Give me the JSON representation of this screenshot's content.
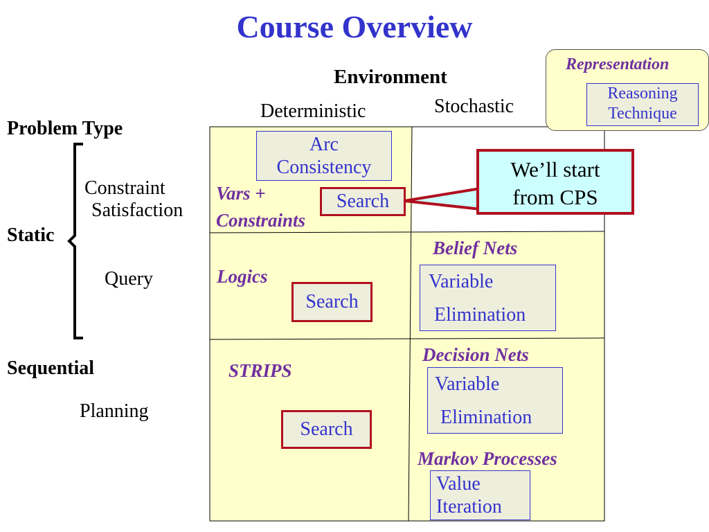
{
  "title": "Course Overview",
  "environment": {
    "label": "Environment",
    "deterministic": "Deterministic",
    "stochastic": "Stochastic"
  },
  "problem_type": {
    "label": "Problem Type",
    "static": "Static",
    "sequential": "Sequential",
    "constraint_line1": "Constraint",
    "constraint_line2": "Satisfaction",
    "query": "Query",
    "planning": "Planning"
  },
  "legend": {
    "representation": "Representation",
    "technique_line1": "Reasoning",
    "technique_line2": "Technique"
  },
  "callout": {
    "line1": "We’ll start",
    "line2": "from CPS"
  },
  "grid": {
    "csp": {
      "representation_line1": "Vars +",
      "representation_line2": "Constraints",
      "arc_line1": "Arc",
      "arc_line2": "Consistency",
      "search": "Search"
    },
    "query_det": {
      "representation": "Logics",
      "search": "Search"
    },
    "query_sto": {
      "representation": "Belief Nets",
      "technique_line1": "Variable",
      "technique_line2": "Elimination"
    },
    "planning_det": {
      "representation": "STRIPS",
      "search": "Search"
    },
    "planning_sto": {
      "representation1": "Decision Nets",
      "technique1_line1": "Variable",
      "technique1_line2": "Elimination",
      "representation2": "Markov Processes",
      "technique2_line1": "Value",
      "technique2_line2": "Iteration"
    }
  },
  "colors": {
    "title": "#3333cc",
    "representation": "#7030a0",
    "technique": "#3333cc",
    "highlight": "#b01020",
    "cell": "#ffffcc",
    "callout": "#ccffff"
  }
}
